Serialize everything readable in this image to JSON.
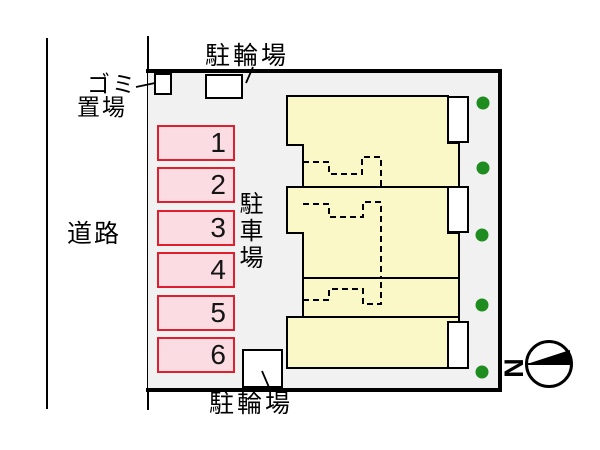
{
  "labels": {
    "road": "道路",
    "garbage_line1": "ゴミ",
    "garbage_line2": "置場",
    "bicycle_top": "駐輪場",
    "bicycle_bottom": "駐輪場",
    "car_parking": "駐車場",
    "compass_north": "N"
  },
  "parking": {
    "spaces": [
      "1",
      "2",
      "3",
      "4",
      "5",
      "6"
    ]
  },
  "trees": {
    "count": 5
  },
  "colors": {
    "site-bg": "#f1f1f1",
    "building-fill": "#fbf8c8",
    "parking-fill": "#fbdce2",
    "parking-border": "#de1f2e",
    "tree-green": "#1e8c1e"
  }
}
